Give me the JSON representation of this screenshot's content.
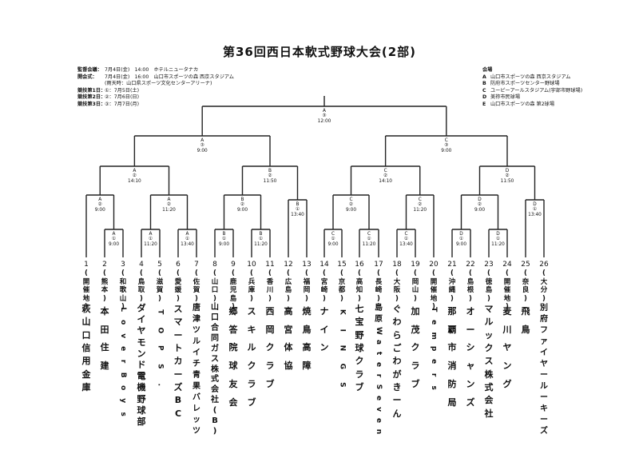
{
  "title": "第36回西日本軟式野球大会(2部)",
  "info_left": [
    {
      "label": "監督会議：",
      "text": "7月4日(金)　14:00　ホテルニュータナカ"
    },
    {
      "label": "開会式：",
      "text": "7月4日(金)　16:00　山口市スポーツの森 西京スタジアム"
    },
    {
      "label": "",
      "text": "(雨天時：山口県スポーツ文化センターアリーナ)"
    },
    {
      "label": "競技第1日：",
      "text": "①：7月5日(土)"
    },
    {
      "label": "競技第2日：",
      "text": "②：7月6日(日)"
    },
    {
      "label": "競技第3日：",
      "text": "③：7月7日(月)"
    }
  ],
  "venues_title": "会場",
  "venues": [
    {
      "code": "A",
      "name": "山口市スポーツの森 西京スタジアム"
    },
    {
      "code": "B",
      "name": "防府市スポーツセンター野球場"
    },
    {
      "code": "C",
      "name": "ユーピーアールスタジアム(宇部市野球場)"
    },
    {
      "code": "D",
      "name": "美祢市民球場"
    },
    {
      "code": "E",
      "name": "山口市スポーツの森 第2球場"
    }
  ],
  "teams": [
    {
      "num": "1",
      "pref": "(開催地)",
      "name": "萩山口信用金庫"
    },
    {
      "num": "2",
      "pref": "(熊本)",
      "name": "本田住建"
    },
    {
      "num": "3",
      "pref": "(和歌山)",
      "name": "LoverBoys"
    },
    {
      "num": "4",
      "pref": "(鳥取)",
      "name": "ダイヤモンド電機野球部"
    },
    {
      "num": "5",
      "pref": "(滋賀)",
      "name": "TOPS."
    },
    {
      "num": "6",
      "pref": "(愛媛)",
      "name": "スマートカーズBC"
    },
    {
      "num": "7",
      "pref": "(佐賀)",
      "name": "唐津ツルイチ青果バレッツ"
    },
    {
      "num": "8",
      "pref": "(山口)",
      "name": "山口合同ガス株式会社(B)"
    },
    {
      "num": "9",
      "pref": "(鹿児島)",
      "name": "郷答院球友会"
    },
    {
      "num": "10",
      "pref": "(兵庫)",
      "name": "スキルクラブ"
    },
    {
      "num": "11",
      "pref": "(香川)",
      "name": "西岡クラブ"
    },
    {
      "num": "12",
      "pref": "(広島)",
      "name": "高宮体協"
    },
    {
      "num": "13",
      "pref": "(福岡)",
      "name": "焼鳥高障"
    },
    {
      "num": "14",
      "pref": "(宮崎)",
      "name": "ナイン"
    },
    {
      "num": "15",
      "pref": "(京都)",
      "name": "KINGS"
    },
    {
      "num": "16",
      "pref": "(高知)",
      "name": "七宝野球クラブ"
    },
    {
      "num": "17",
      "pref": "(長崎)",
      "name": "島原Water Seven"
    },
    {
      "num": "18",
      "pref": "(大阪)",
      "name": "ぐわらごわがきーん"
    },
    {
      "num": "19",
      "pref": "(岡山)",
      "name": "加茂クラブ"
    },
    {
      "num": "20",
      "pref": "(開催地)",
      "name": "Tempers"
    },
    {
      "num": "21",
      "pref": "(沖縄)",
      "name": "那覇市消防局"
    },
    {
      "num": "22",
      "pref": "(島根)",
      "name": "オーシャンズ"
    },
    {
      "num": "23",
      "pref": "(徳島)",
      "name": "マルックス株式会社"
    },
    {
      "num": "24",
      "pref": "(開催地)",
      "name": "麦川ヤング"
    },
    {
      "num": "25",
      "pref": "(奈良)",
      "name": "飛鳥"
    },
    {
      "num": "26",
      "pref": "(大分)",
      "name": "別府ファイヤールーキーズ"
    }
  ],
  "nodes": {
    "r1_a": {
      "v": "A",
      "d": "①",
      "t": "9:00"
    },
    "r1_b": {
      "v": "A",
      "d": "①",
      "t": "11:20"
    },
    "r1_c": {
      "v": "A",
      "d": "①",
      "t": "13:40"
    },
    "r1_d": {
      "v": "B",
      "d": "①",
      "t": "9:00"
    },
    "r1_e": {
      "v": "B",
      "d": "①",
      "t": "11:20"
    },
    "r1_f": {
      "v": "B",
      "d": "①",
      "t": "13:40"
    },
    "r1_g": {
      "v": "C",
      "d": "①",
      "t": "9:00"
    },
    "r1_h": {
      "v": "C",
      "d": "①",
      "t": "11:20"
    },
    "r1_i": {
      "v": "C",
      "d": "①",
      "t": "13:40"
    },
    "r1_j": {
      "v": "D",
      "d": "①",
      "t": "9:00"
    },
    "r1_k": {
      "v": "D",
      "d": "①",
      "t": "11:20"
    },
    "r1_l": {
      "v": "D",
      "d": "①",
      "t": "13:40"
    },
    "r2_a": {
      "v": "A",
      "d": "②",
      "t": "9:00"
    },
    "r2_b": {
      "v": "A",
      "d": "②",
      "t": "11:20"
    },
    "r2_c": {
      "v": "B",
      "d": "②",
      "t": "9:00"
    },
    "r2_d": {
      "v": "C",
      "d": "②",
      "t": "9:00"
    },
    "r2_e": {
      "v": "C",
      "d": "②",
      "t": "11:20"
    },
    "r2_f": {
      "v": "D",
      "d": "②",
      "t": "9:00"
    },
    "r3_a": {
      "v": "A",
      "d": "②",
      "t": "14:10"
    },
    "r3_b": {
      "v": "B",
      "d": "②",
      "t": "11:50"
    },
    "r3_c": {
      "v": "C",
      "d": "②",
      "t": "14:10"
    },
    "r3_d": {
      "v": "D",
      "d": "②",
      "t": "11:50"
    },
    "sf_a": {
      "v": "A",
      "d": "③",
      "t": "9:00"
    },
    "sf_b": {
      "v": "C",
      "d": "③",
      "t": "9:00"
    },
    "final": {
      "v": "A",
      "d": "③",
      "t": "12:00"
    }
  }
}
